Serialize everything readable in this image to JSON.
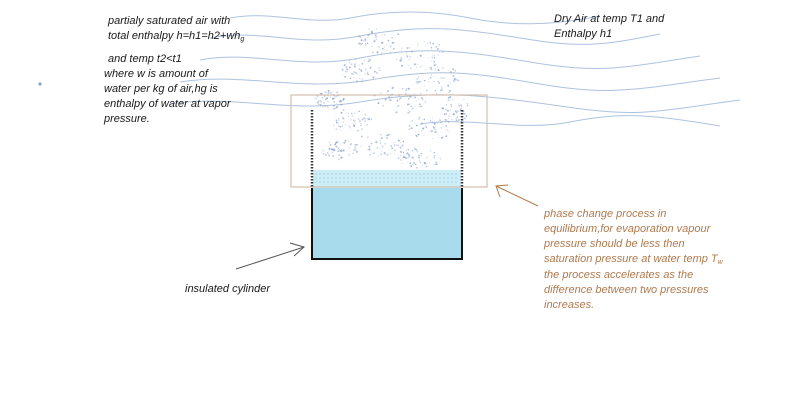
{
  "left_notes": {
    "enthalpy_lines": [
      "partialy saturated air with",
      "total enthalpy h=h1=h2+wh",
      "and temp t2<t1"
    ],
    "enthalpy_subscript": "g",
    "water_lines": [
      "where w is amount of",
      "water per kg of air,hg is",
      "enthalpy of water at vapor",
      "pressure."
    ]
  },
  "right_note": {
    "lines": [
      "Dry Air at temp T1 and",
      "Enthalpy h1"
    ]
  },
  "cylinder_label": "insulated cylinder",
  "phase_note": {
    "lines": [
      "phase change process in",
      "equilibrium,for evaporation vapour",
      "pressure should be less then",
      "saturation pressure at water temp T"
    ],
    "subscript": "w"
  },
  "accel_note": {
    "lines": [
      "the process accelerates as the",
      "difference between two pressures",
      "increases."
    ]
  },
  "colors": {
    "water": "#a8dcec",
    "water_surface": "#c8ecf5",
    "air_wave": "#9bb4d8",
    "vapor_dots": "#8aa0cc",
    "control_box": "#d6bfae",
    "cylinder_wall": "#111111",
    "text_dark": "#1a1a1a",
    "text_brown": "#b07a4e",
    "arrow_dark": "#555555",
    "arrow_brown": "#b07a4e"
  }
}
